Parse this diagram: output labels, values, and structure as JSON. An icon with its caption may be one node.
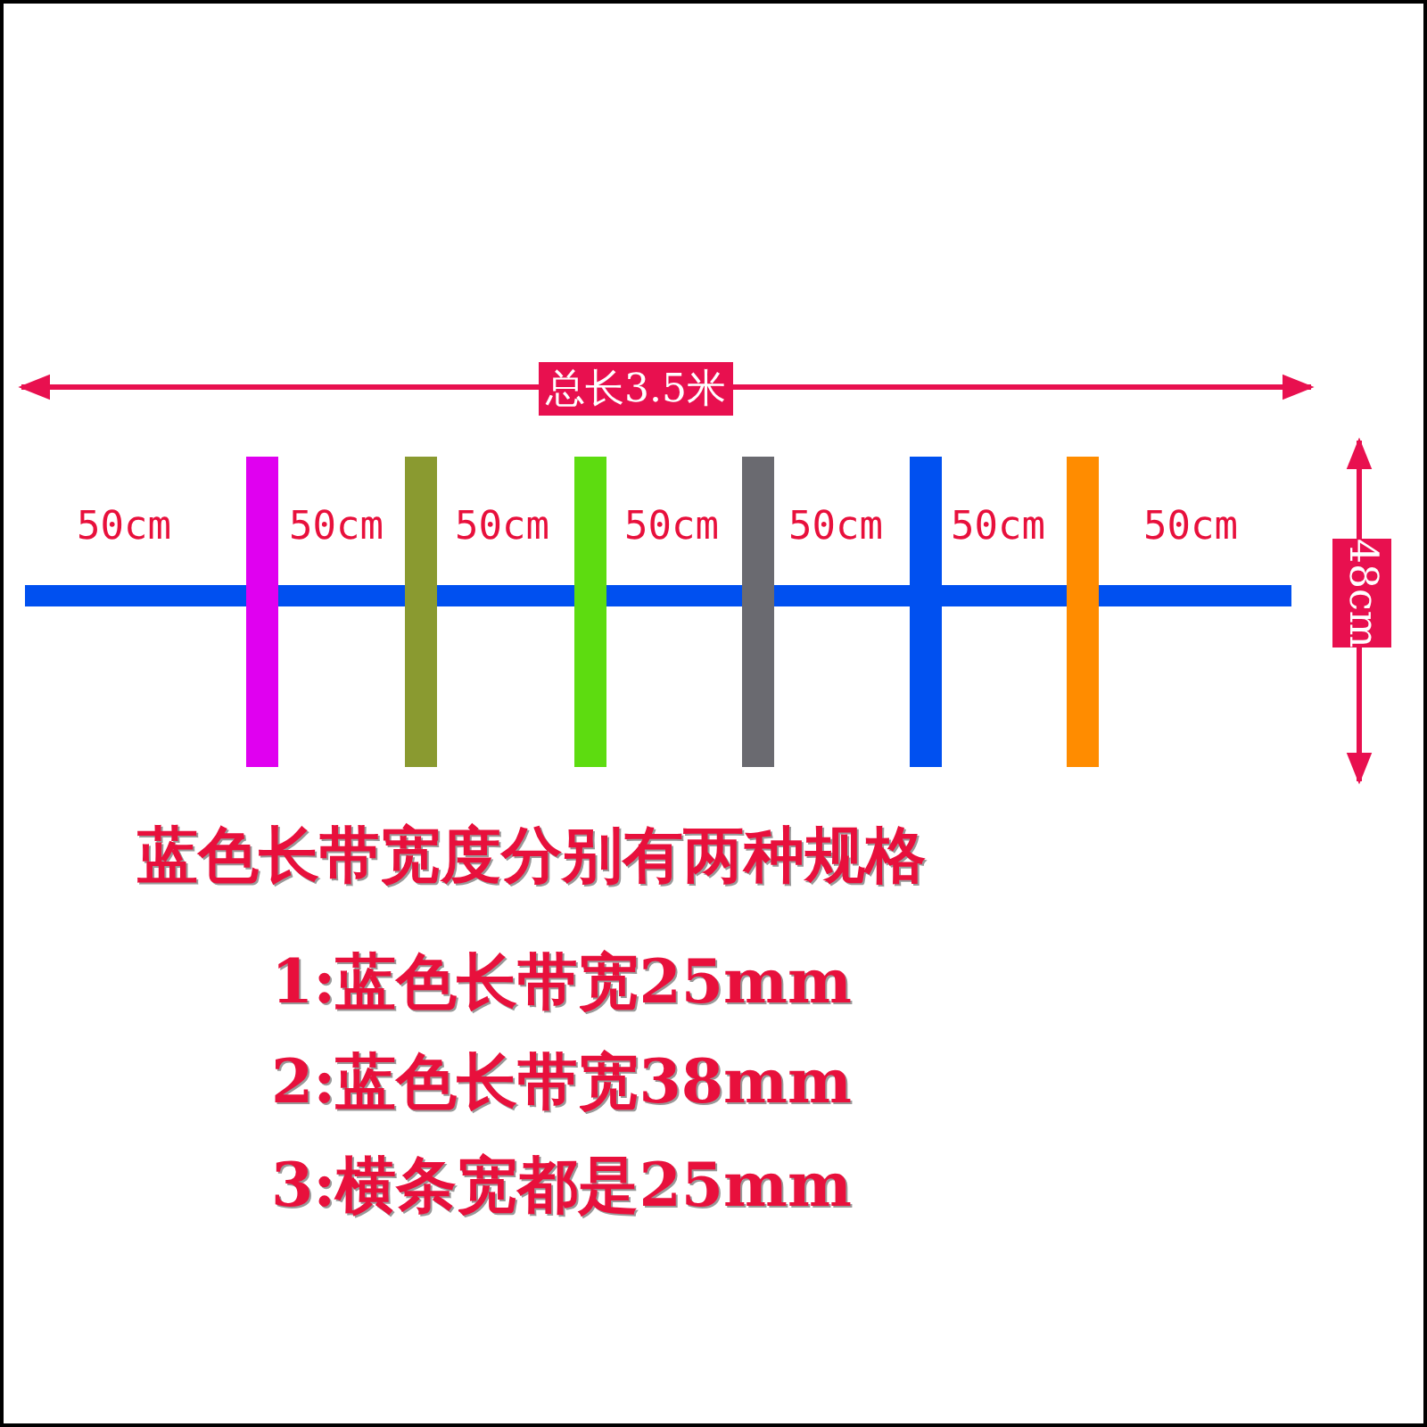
{
  "diagram": {
    "labels": [
      "总长3.5米",
      "50cm",
      "50cm",
      "50cm",
      "50cm",
      "50cm",
      "50cm",
      "50cm",
      "48cm",
      "蓝色长带宽度分别有两种规格",
      "1:蓝色长带宽25mm",
      "2:蓝色长带宽38mm",
      "3:横条宽都是25mm"
    ]
  }
}
